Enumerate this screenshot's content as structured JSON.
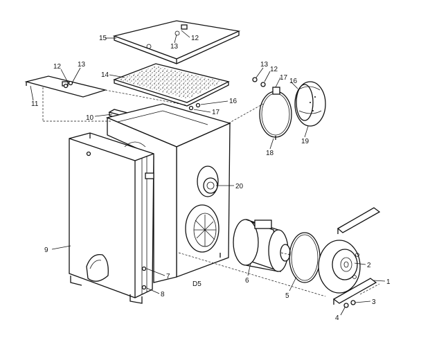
{
  "diagram": {
    "model_code": "D5",
    "part_numbers": {
      "p1": "1",
      "p2": "2",
      "p3": "3",
      "p4": "4",
      "p5": "5",
      "p6": "6",
      "p7": "7",
      "p8": "8",
      "p9": "9",
      "p10": "10",
      "p11": "11",
      "p12a": "12",
      "p12b": "12",
      "p12c": "12",
      "p13a": "13",
      "p13b": "13",
      "p13c": "13",
      "p14": "14",
      "p15": "15",
      "p16a": "16",
      "p16b": "16",
      "p17a": "17",
      "p17b": "17",
      "p18": "18",
      "p19": "19",
      "p20": "20"
    }
  }
}
